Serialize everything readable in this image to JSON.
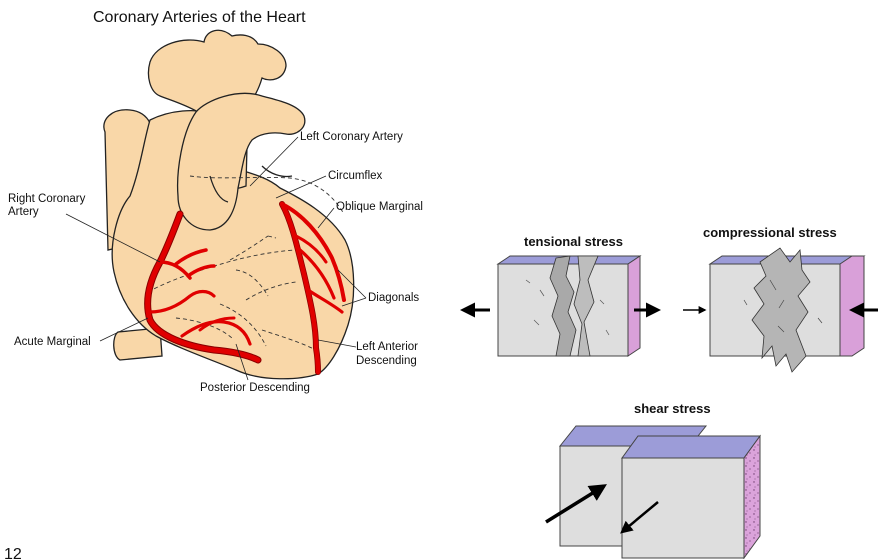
{
  "heart": {
    "title": "Coronary Arteries of the Heart",
    "labels": {
      "left_coronary_artery": "Left Coronary Artery",
      "circumflex": "Circumflex",
      "right_coronary_artery_1": "Right Coronary",
      "right_coronary_artery_2": "Artery",
      "oblique_marginal": "Oblique Marginal",
      "diagonals": "Diagonals",
      "acute_marginal": "Acute Marginal",
      "left_anterior_descending_1": "Left Anterior",
      "left_anterior_descending_2": "Descending",
      "posterior_descending": "Posterior Descending"
    }
  },
  "stress": {
    "tensional": "tensional stress",
    "compressional": "compressional stress",
    "shear": "shear stress"
  },
  "page_number": "12",
  "colors": {
    "heart_fill": "#f9d7a8",
    "artery": "#e00000",
    "block_front": "#dedede",
    "block_top": "#9c9cd8",
    "block_side": "#d9a0d9"
  }
}
